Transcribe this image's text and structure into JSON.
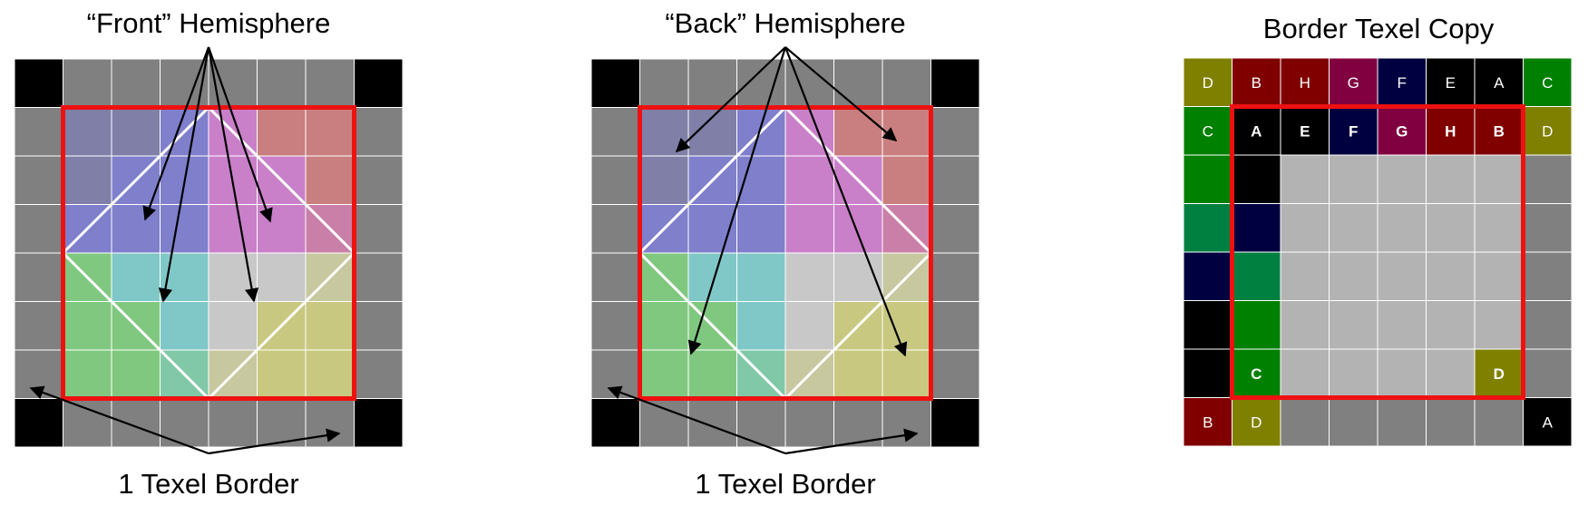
{
  "panels": {
    "front": {
      "title": "“Front” Hemisphere",
      "border_label": "1 Texel Border"
    },
    "back": {
      "title": "“Back” Hemisphere",
      "border_label": "1 Texel Border"
    },
    "copy": {
      "title": "Border Texel Copy"
    }
  },
  "grid": {
    "cells_per_side": 8
  },
  "colors": {
    "border_gray": "#808080",
    "corner_black": "#000000",
    "frame_red": "#ee1111",
    "diamond_white": "#ffffff",
    "inner_light_gray": "#b3b3b3",
    "grey_blue": "#7f7fa8",
    "blue": "#7f7fcc",
    "pink": "#c980c9",
    "dusty_red": "#c97f7f",
    "mauve": "#c97fa8",
    "green": "#80c880",
    "teal_green": "#80c8a8",
    "cyan": "#80c8c8",
    "light_gray": "#c8c8c8",
    "khaki_gray": "#c8c8a0",
    "khaki": "#c8c880"
  },
  "hemisphere_rows": [
    [
      "grey_blue",
      "grey_blue",
      "blue",
      "pink",
      "dusty_red",
      "dusty_red"
    ],
    [
      "grey_blue",
      "blue",
      "blue",
      "pink",
      "pink",
      "dusty_red"
    ],
    [
      "blue",
      "blue",
      "blue",
      "pink",
      "pink",
      "mauve"
    ],
    [
      "green",
      "cyan",
      "cyan",
      "light_gray",
      "light_gray",
      "khaki_gray"
    ],
    [
      "green",
      "green",
      "cyan",
      "light_gray",
      "khaki",
      "khaki"
    ],
    [
      "green",
      "green",
      "teal_green",
      "khaki_gray",
      "khaki",
      "khaki"
    ]
  ],
  "copy_cells": {
    "top_row": [
      {
        "letter": "D",
        "color": "#808000"
      },
      {
        "letter": "B",
        "color": "#800000"
      },
      {
        "letter": "H",
        "color": "#800000"
      },
      {
        "letter": "G",
        "color": "#800040"
      },
      {
        "letter": "F",
        "color": "#000040"
      },
      {
        "letter": "E",
        "color": "#000000"
      },
      {
        "letter": "A",
        "color": "#000000"
      },
      {
        "letter": "C",
        "color": "#008000"
      }
    ],
    "second_row": [
      {
        "letter": "C",
        "color": "#008000",
        "bold": false
      },
      {
        "letter": "A",
        "color": "#000000",
        "bold": true
      },
      {
        "letter": "E",
        "color": "#000000",
        "bold": true
      },
      {
        "letter": "F",
        "color": "#000040",
        "bold": true
      },
      {
        "letter": "G",
        "color": "#800040",
        "bold": true
      },
      {
        "letter": "H",
        "color": "#800000",
        "bold": true
      },
      {
        "letter": "B",
        "color": "#800000",
        "bold": true
      },
      {
        "letter": "D",
        "color": "#808000",
        "bold": false
      }
    ],
    "left_column_rows_2_to_6": [
      "#008000",
      "#008040",
      "#000040",
      "#000000",
      "#000000"
    ],
    "inner_left_column_rows_2_to_6": [
      "#000000",
      "#000040",
      "#008040",
      "#008000",
      "#008000"
    ],
    "inner_bottom_left": {
      "letter": "C",
      "color": "#008000"
    },
    "inner_bottom_right": {
      "letter": "D",
      "color": "#808000"
    },
    "bottom_row_left": [
      {
        "letter": "B",
        "color": "#800000"
      },
      {
        "letter": "D",
        "color": "#808000"
      }
    ],
    "bottom_row_right": {
      "letter": "A",
      "color": "#000000"
    }
  }
}
